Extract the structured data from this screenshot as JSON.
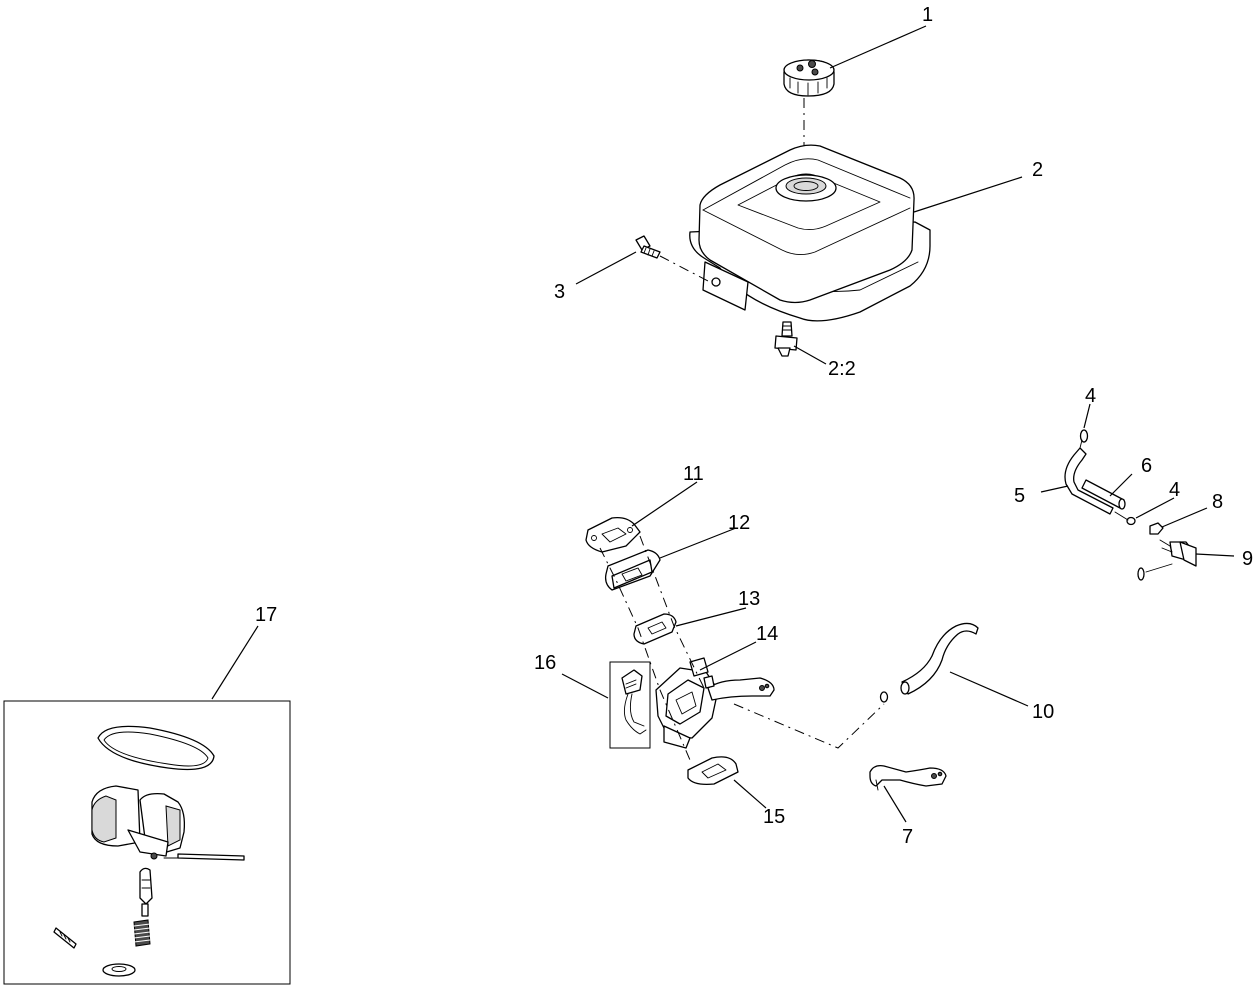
{
  "callouts": {
    "c1": "1",
    "c2": "2",
    "c3": "3",
    "c2_2": "2:2",
    "c4a": "4",
    "c4b": "4",
    "c5": "5",
    "c6": "6",
    "c7": "7",
    "c8": "8",
    "c9": "9",
    "c10": "10",
    "c11": "11",
    "c12": "12",
    "c13": "13",
    "c14": "14",
    "c15": "15",
    "c16": "16",
    "c17": "17"
  }
}
